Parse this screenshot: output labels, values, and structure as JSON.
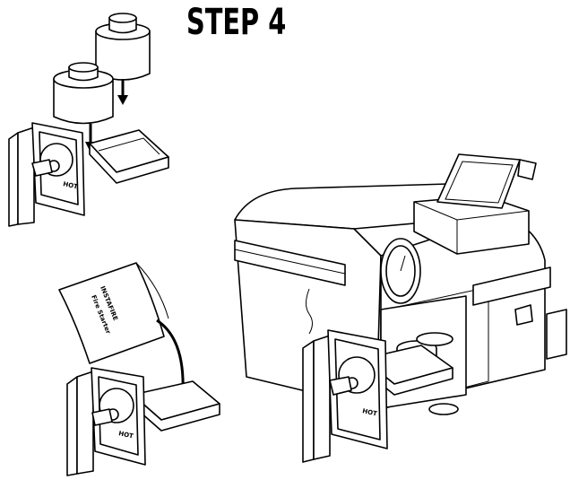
{
  "title": "STEP 4",
  "labels": {
    "door_hot": "HOT",
    "pouch_brand": "INSTAFIRE",
    "pouch_product": "Fire Starter"
  },
  "colors": {
    "ink": "#000000",
    "background": "#ffffff"
  }
}
